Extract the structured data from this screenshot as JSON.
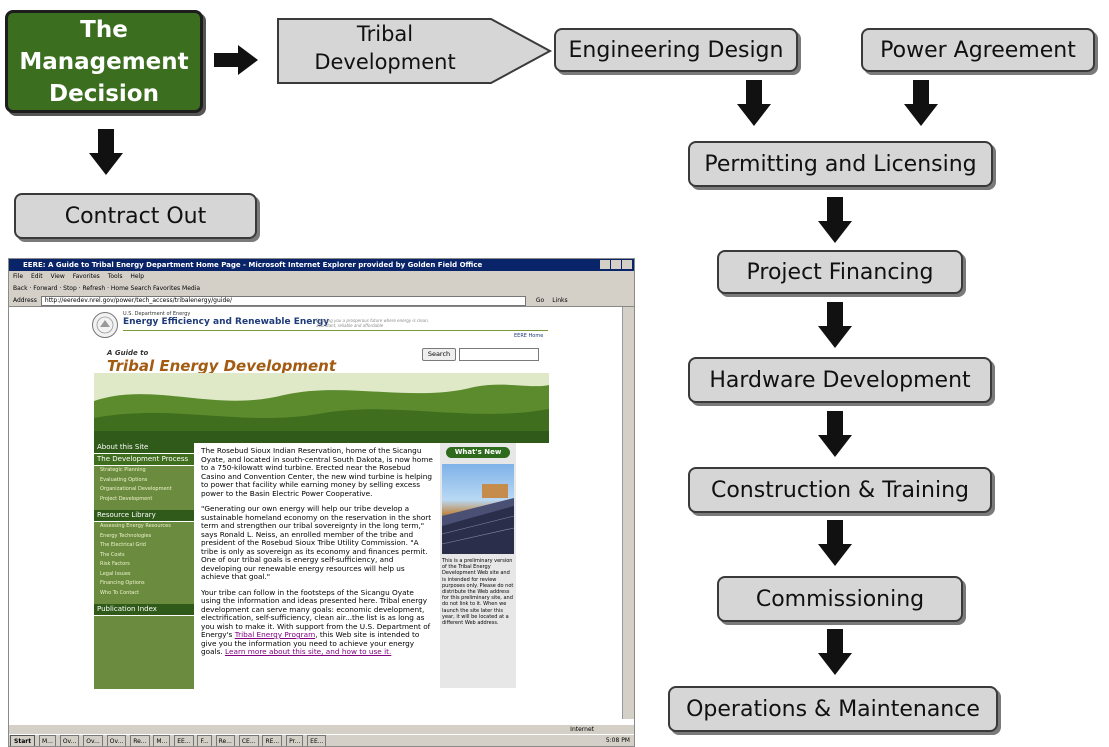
{
  "diagram": {
    "management_line1": "The",
    "management_line2": "Management",
    "management_line3": "Decision",
    "tribal_line1": "Tribal",
    "tribal_line2": "Development",
    "contract_out": "Contract Out",
    "engineering_design": "Engineering Design",
    "power_agreement": "Power Agreement",
    "permitting": "Permitting and Licensing",
    "project_financing": "Project Financing",
    "hardware_development": "Hardware Development",
    "construction_training": "Construction & Training",
    "commissioning": "Commissioning",
    "operations_maintenance": "Operations & Maintenance",
    "colors": {
      "management_fill": "#3b6e1f",
      "box_fill": "#d6d6d6",
      "arrow": "#111111"
    }
  },
  "browser": {
    "window_title": "EERE: A Guide to Tribal Energy Department Home Page - Microsoft Internet Explorer provided by Golden Field Office",
    "menu": [
      "File",
      "Edit",
      "View",
      "Favorites",
      "Tools",
      "Help"
    ],
    "toolbar_text": "Back · Forward · Stop · Refresh · Home   Search   Favorites   Media",
    "address_label": "Address",
    "address_value": "http://eeredev.nrel.gov/power/tech_access/tribalenergy/guide/",
    "go_label": "Go",
    "links_label": "Links",
    "site_dept": "U.S. Department of Energy",
    "site_name": "Energy Efficiency and Renewable Energy",
    "site_tagline": "Bringing you a prosperous future where energy is clean, abundant, reliable and affordable",
    "eere_home": "EERE Home",
    "guide_small": "A Guide to",
    "guide_title": "Tribal Energy Development",
    "search_button": "Search",
    "sidebar": {
      "about": "About this Site",
      "dev_process": "The Development Process",
      "dev_items": [
        "Strategic Planning",
        "Evaluating Options",
        "Organizational Development",
        "Project Development"
      ],
      "resource_library": "Resource Library",
      "resource_items": [
        "Assessing Energy Resources",
        "Energy Technologies",
        "The Electrical Grid",
        "The Costs",
        "Risk Factors",
        "Legal Issues",
        "Financing Options",
        "Who To Contact"
      ],
      "publication_index": "Publication Index"
    },
    "article": {
      "p1": "The Rosebud Sioux Indian Reservation, home of the Sicangu Oyate, and located in south-central South Dakota, is now home to a 750-kilowatt wind turbine. Erected near the Rosebud Casino and Convention Center, the new wind turbine is helping to power that facility while earning money by selling excess power to the Basin Electric Power Cooperative.",
      "p2": "\"Generating our own energy will help our tribe develop a sustainable homeland economy on the reservation in the short term and strengthen our tribal sovereignty in the long term,\" says Ronald L. Neiss, an enrolled member of the tribe and president of the Rosebud Sioux Tribe Utility Commission. \"A tribe is only as sovereign as its economy and finances permit. One of our tribal goals is energy self-sufficiency, and developing our renewable energy resources will help us achieve that goal.\"",
      "p3": "Your tribe can follow in the footsteps of the Sicangu Oyate using the information and ideas presented here. Tribal energy development can serve many goals: economic development, electrification, self-sufficiency, clean air...the list is as long as you wish to make it. With support from the U.S. Department of Energy's ",
      "p3_link": "Tribal Energy Program",
      "p3_mid": ", this Web site is intended to give you the information you need to achieve your energy goals. ",
      "p3_link2": "Learn more about this site, and how to use it."
    },
    "whats_new": {
      "title": "What's New",
      "text": "This is a preliminary version of the Tribal Energy Development Web site and is intended for review purposes only. Please do not distribute the Web address for this preliminary site, and do not link to it. When we launch the site later this year, it will be located at a different Web address."
    },
    "status_zone": "Internet",
    "taskbar": {
      "start": "Start",
      "items": [
        "M...",
        "Ov...",
        "Ov...",
        "Ov...",
        "Re...",
        "M...",
        "EE...",
        "F...",
        "Re...",
        "CE...",
        "RE...",
        "Pr...",
        "EE..."
      ],
      "clock": "5:08 PM"
    }
  }
}
